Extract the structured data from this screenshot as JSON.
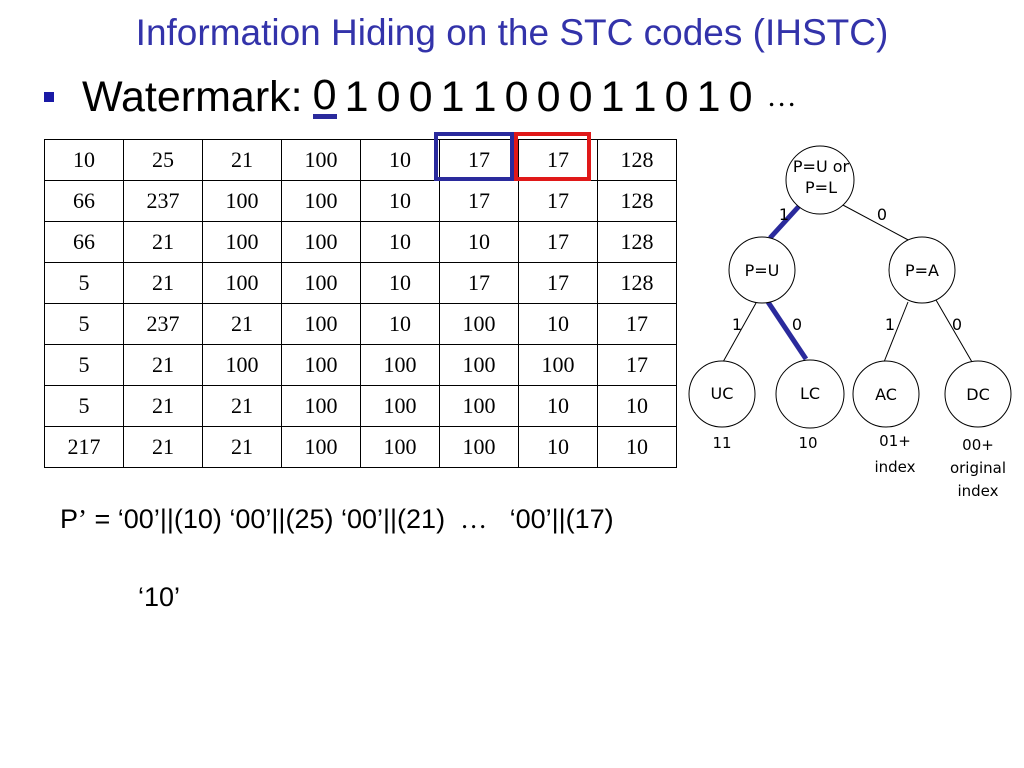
{
  "slide": {
    "title": "Information Hiding on the STC codes (IHSTC)",
    "watermark": {
      "label": "Watermark:",
      "bits": [
        "0",
        "1",
        "0",
        "0",
        "1",
        "1",
        "0",
        "0",
        "0",
        "1",
        "1",
        "0",
        "1",
        "0"
      ],
      "ellipsis": "…"
    },
    "table": {
      "rows": [
        [
          "10",
          "25",
          "21",
          "100",
          "10",
          "17",
          "17",
          "128"
        ],
        [
          "66",
          "237",
          "100",
          "100",
          "10",
          "17",
          "17",
          "128"
        ],
        [
          "66",
          "21",
          "100",
          "100",
          "10",
          "10",
          "17",
          "128"
        ],
        [
          "5",
          "21",
          "100",
          "100",
          "10",
          "17",
          "17",
          "128"
        ],
        [
          "5",
          "237",
          "21",
          "100",
          "10",
          "100",
          "10",
          "17"
        ],
        [
          "5",
          "21",
          "100",
          "100",
          "100",
          "100",
          "100",
          "17"
        ],
        [
          "5",
          "21",
          "21",
          "100",
          "100",
          "100",
          "10",
          "10"
        ],
        [
          "217",
          "21",
          "21",
          "100",
          "100",
          "100",
          "10",
          "10"
        ]
      ],
      "highlight_colors": {
        "blue": "#2a2a9c",
        "red": "#e01818"
      }
    },
    "tree": {
      "root": "P=U or\nP=L",
      "root_line1": "P=U or",
      "root_line2": "P=L",
      "left_child": "P=U",
      "right_child": "P=A",
      "edge_root_left": "1",
      "edge_root_right": "0",
      "edge_pu_uc": "1",
      "edge_pu_lc": "0",
      "edge_pa_ac": "1",
      "edge_pa_dc": "0",
      "leaves": [
        "UC",
        "LC",
        "AC",
        "DC"
      ],
      "leaf_codes": {
        "uc": "11",
        "lc": "10",
        "ac_line1": "01+",
        "ac_line2": "index",
        "dc_line1": "00+",
        "dc_line2": "original",
        "dc_line3": "index"
      },
      "path_color": "#2a2a9c"
    },
    "formula": {
      "p": "P",
      "prime": "’",
      "eq": " = ",
      "terms": [
        "‘00’||(10)",
        "‘00’||(25)",
        "‘00’||(21)"
      ],
      "ellipsis": "…",
      "last": "‘00’||(17)",
      "second_line": "‘10’"
    }
  }
}
